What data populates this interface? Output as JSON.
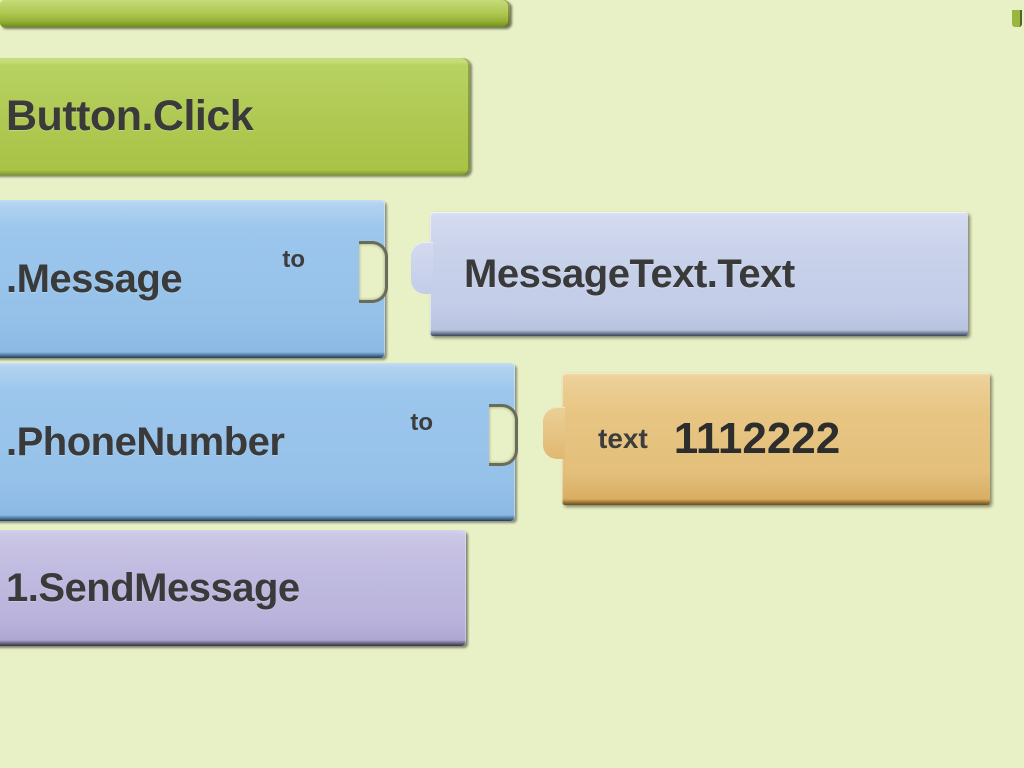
{
  "editor": {
    "name": "app-inventor-blocks-editor",
    "canvas_background_color": "#e8f0c5"
  },
  "blocks": {
    "event": {
      "type": "event-handler",
      "label": "Button.Click",
      "color": "#b5cf5a"
    },
    "set_message": {
      "type": "property-setter",
      "label": ".Message",
      "connector_label": "to",
      "color": "#9cc6ec"
    },
    "message_value": {
      "type": "property-getter",
      "label": "MessageText.Text",
      "color": "#c9d2ea"
    },
    "set_phone": {
      "type": "property-setter",
      "label": ".PhoneNumber",
      "connector_label": "to",
      "color": "#9cc6ec"
    },
    "phone_value": {
      "type": "text-literal",
      "keyword": "text",
      "value": "1112222",
      "color": "#e8c583"
    },
    "call_send": {
      "type": "method-call",
      "label": "1.SendMessage",
      "color": "#c0bbe0"
    }
  }
}
